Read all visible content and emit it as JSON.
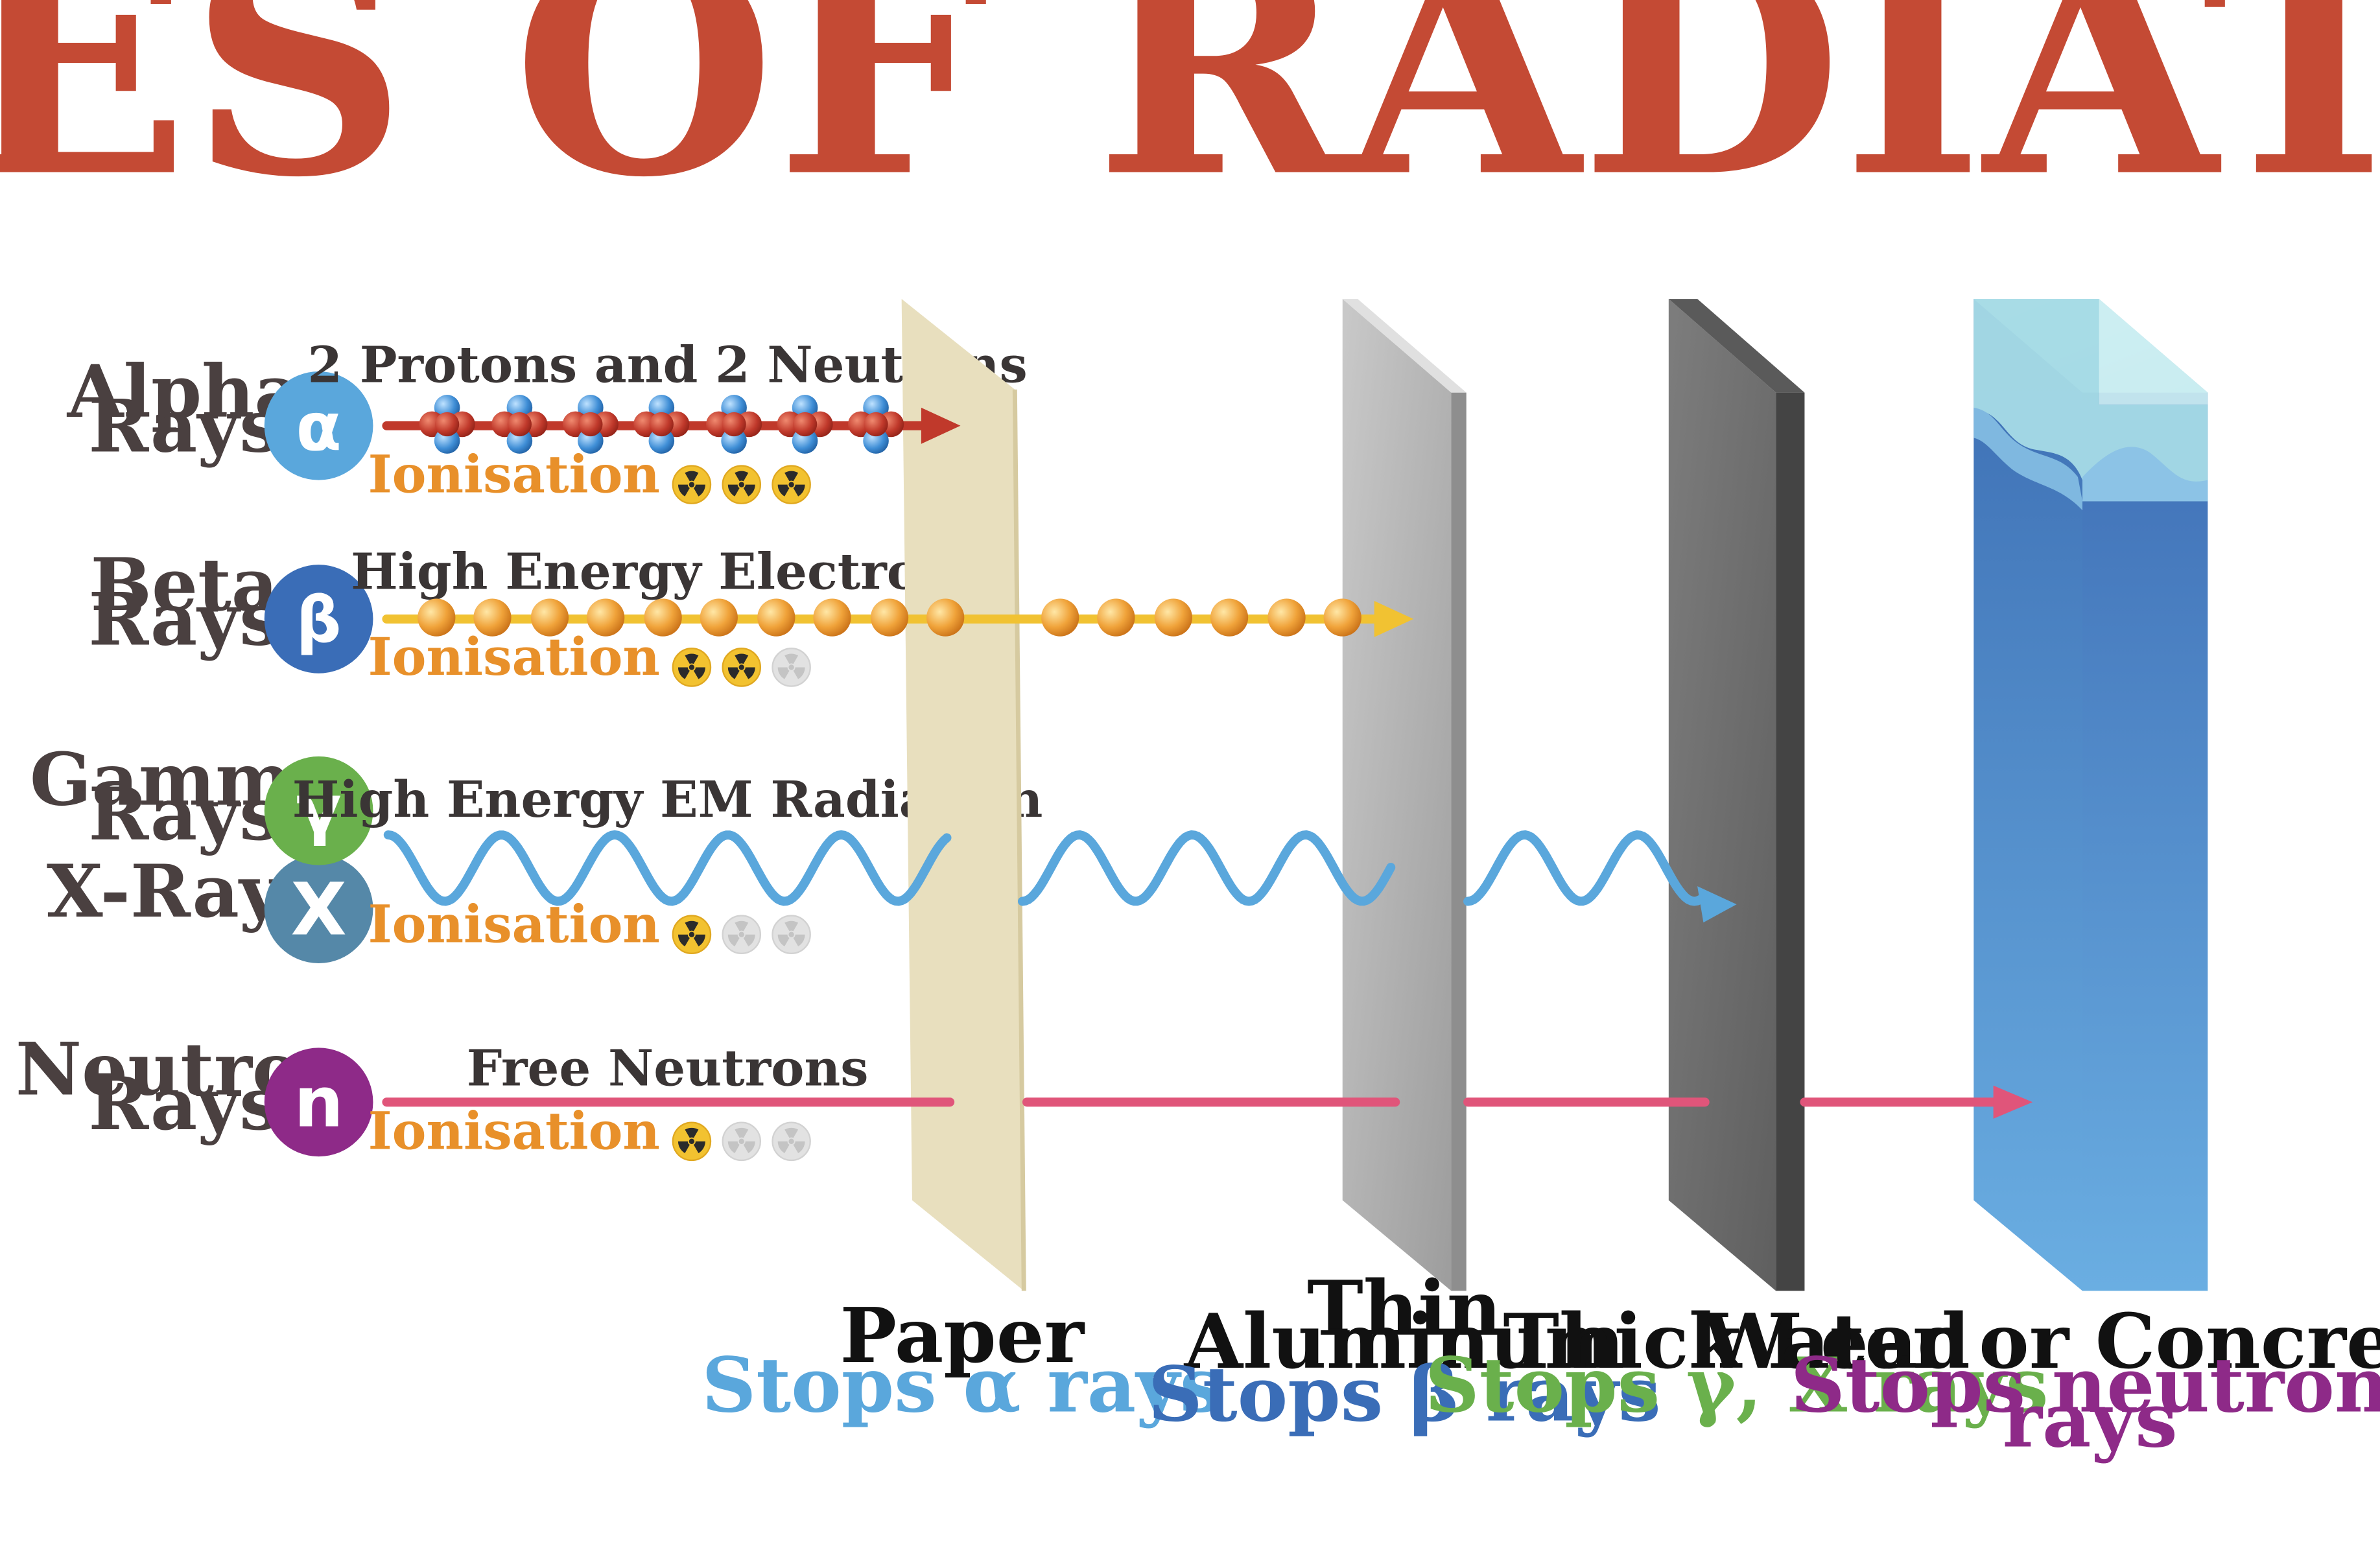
{
  "title": "TYPES OF RADIATION",
  "colors": {
    "title": "#c44a34",
    "alpha": "#5aa7dc",
    "beta": "#3a6db7",
    "gamma": "#6ab04c",
    "xray": "#5588a8",
    "neutron": "#8e2a88",
    "alpha_arrow": "#c0392b",
    "beta_arrow": "#f1c232",
    "gamma_wave": "#5aa7dc",
    "neutron_arrow": "#e0557a",
    "ionisation_active": "#f2c230",
    "ionisation_inactive": "#e2e2e2"
  },
  "rays": [
    {
      "id": "alpha",
      "name_line1": "Alpha",
      "name_line2": "Rays",
      "symbol": "α",
      "caption": "2 Protons and 2 Neutrons",
      "ionisation_label": "Ionisation",
      "ionisation_level": 3,
      "ionisation_max": 3,
      "stopped_by": "Paper"
    },
    {
      "id": "beta",
      "name_line1": "Beta",
      "name_line2": "Rays",
      "symbol": "β",
      "caption": "High Energy Electrons",
      "ionisation_label": "Ionisation",
      "ionisation_level": 2,
      "ionisation_max": 3,
      "stopped_by": "Thin Aluminum"
    },
    {
      "id": "gamma",
      "name_line1": "Gamma",
      "name_line2": "Rays",
      "symbol": "γ",
      "caption": "High Energy EM Radiation",
      "ionisation_label": "Ionisation",
      "ionisation_level": 1,
      "ionisation_max": 3,
      "stopped_by": "Thick Lead"
    },
    {
      "id": "xray",
      "name_line1": "X-Rays",
      "symbol": "X",
      "stopped_by": "Thick Lead"
    },
    {
      "id": "neutron",
      "name_line1": "Neutron",
      "name_line2": "Rays",
      "symbol": "n",
      "caption": "Free Neutrons",
      "ionisation_label": "Ionisation",
      "ionisation_level": 1,
      "ionisation_max": 3,
      "stopped_by": "Water or Concrete"
    }
  ],
  "barriers": [
    {
      "id": "paper",
      "name_line1": "Paper",
      "stops": "Stops α rays"
    },
    {
      "id": "aluminum",
      "name_line1": "Thin",
      "name_line2": "Aluminum",
      "stops": "Stops β rays"
    },
    {
      "id": "lead",
      "name_line1": "Thick Lead",
      "stops": "Stops γ, X rays"
    },
    {
      "id": "water",
      "name_line1": "Water or Concrete",
      "stops_line1": "Stops neutron",
      "stops_line2": "rays"
    }
  ]
}
